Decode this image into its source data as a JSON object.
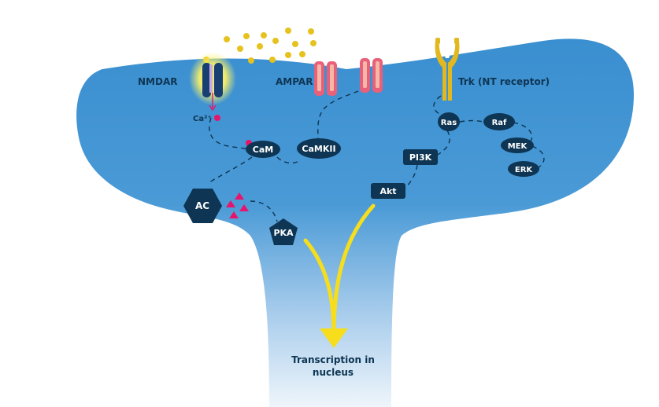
{
  "labels": {
    "nmdar": "NMDAR",
    "ampar": "AMPAR",
    "trk": "Trk (NT receptor)",
    "ca": "Ca²⁺",
    "transcription_line1": "Transcription in",
    "transcription_line2": "nucleus"
  },
  "nodes": {
    "cam": "CaM",
    "camkii": "CaMKII",
    "ac": "AC",
    "pka": "PKA",
    "pi3k": "PI3K",
    "akt": "Akt",
    "ras": "Ras",
    "raf": "Raf",
    "mek": "MEK",
    "erk": "ERK"
  },
  "colors": {
    "cell_top": "#3a8fd0",
    "cell_bottom": "#dbeaf6",
    "node_fill": "#0e3553",
    "label_text": "#0e3553",
    "ligand": "#e6c21f",
    "arrow": "#f6de1d",
    "ampar_body": "#e8607a",
    "ampar_light": "#f4b8a6",
    "nmdar_body": "#183f72",
    "nmdar_glow": "#f8f06a",
    "trk": "#e2b81e",
    "camp": "#e8146c",
    "ca_dot": "#e8146c"
  },
  "icons": {
    "ligand": "neurotransmitter-dot",
    "camp": "camp-triangle-icon",
    "ca": "calcium-dot"
  }
}
